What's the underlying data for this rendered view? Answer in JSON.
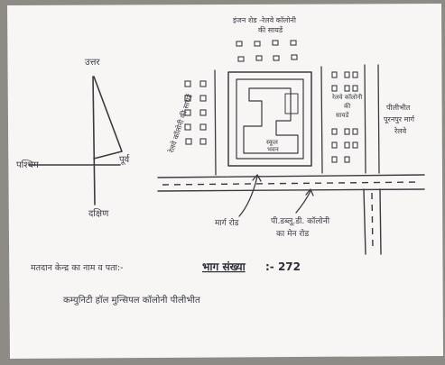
{
  "map": {
    "directions": {
      "north": "उत्तर",
      "south": "दक्षिण",
      "east": "पूर्व",
      "west": "पश्चिम"
    },
    "labels": {
      "colony_top_line1": "इंजन शेड -रेलवे कॉलोनी",
      "colony_top_line2": "की सायडें",
      "colony_left": "रेलवे कॉलोनी की सायडें",
      "colony_right_line1": "रेलवे कॉलोनी",
      "colony_right_line2": "की",
      "colony_right_line3": "सायडें",
      "school_line1": "स्कूल",
      "school_line2": "भवन",
      "far_right_line1": "पीलीभीत",
      "far_right_line2": "पूरनपुर मार्ग",
      "far_right_line3": "रेलवे",
      "road_left": "मार्ग रोड",
      "road_right_line1": "पी.डब्लू.डी. कॉलोनी",
      "road_right_line2": "का मेन रोड"
    },
    "footer": {
      "address_label": "मतदान केन्द्र का नाम व पता:-",
      "booth_label": "भाग संख्या",
      "booth_number": ":- 272",
      "address_line": "कम्युनिटी हॉल मुन्सिपल कॉलोनी पीलीभीत"
    }
  }
}
